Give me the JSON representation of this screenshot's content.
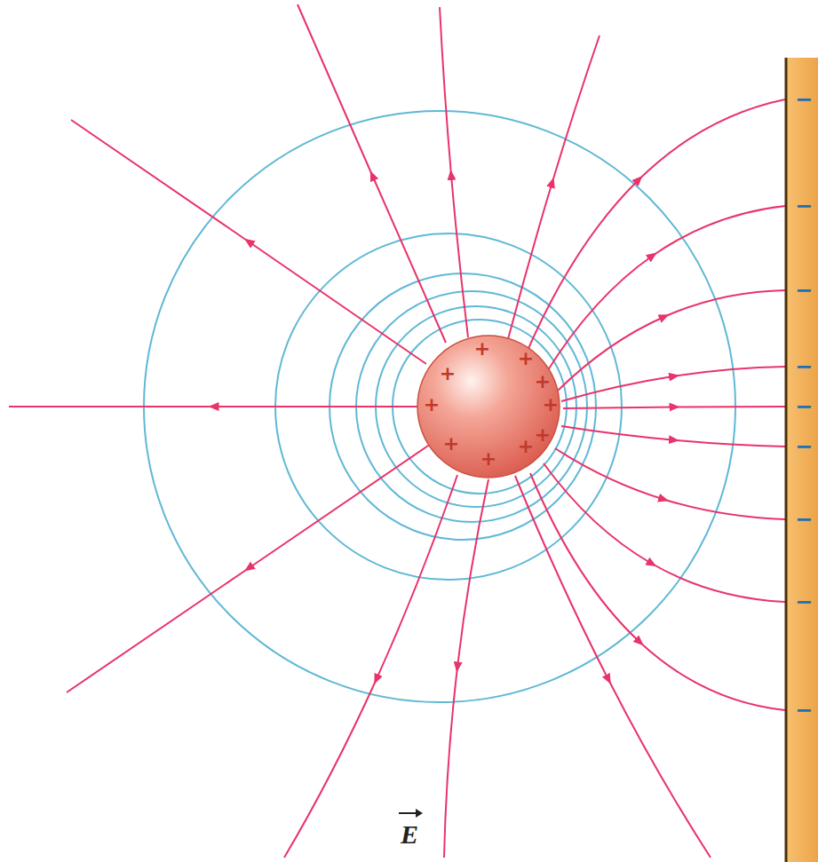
{
  "diagram": {
    "nodes": [
      {
        "text": [
          "+",
          "+",
          "+",
          "+",
          "+",
          "+",
          "+",
          "+",
          "+",
          "+"
        ]
      },
      {
        "text": [
          "−",
          "−",
          "−",
          "−",
          "−",
          "−",
          "−",
          "−",
          "−"
        ]
      }
    ],
    "labels": [
      "E"
    ]
  }
}
